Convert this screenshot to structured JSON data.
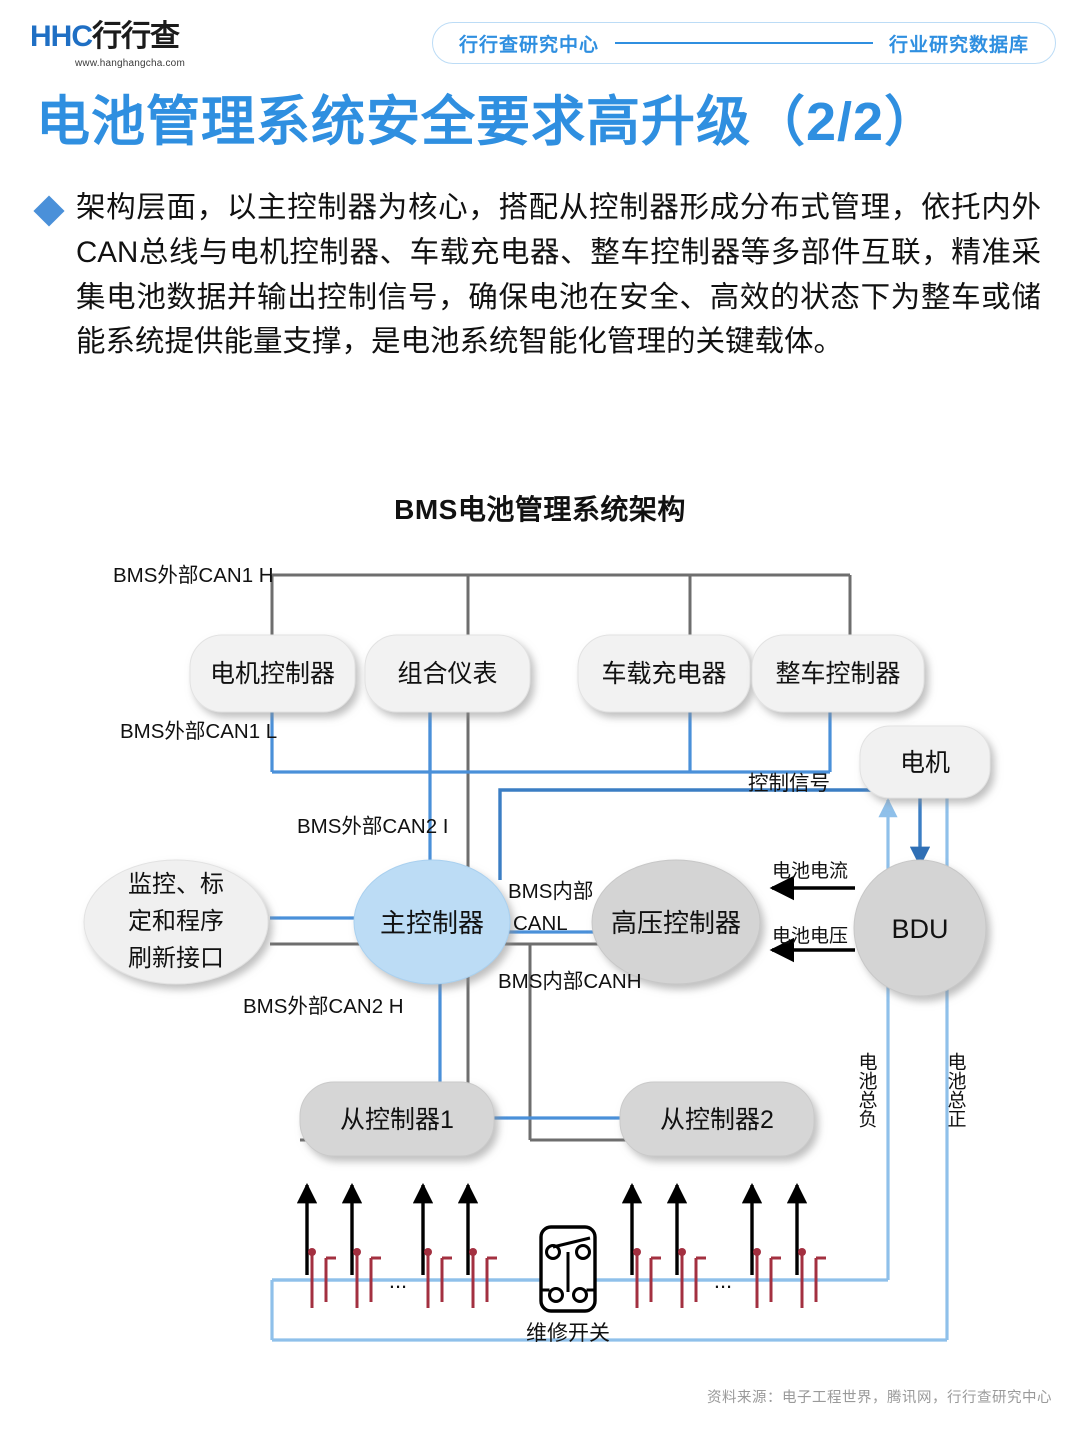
{
  "header": {
    "logo_main_latin": "HHC",
    "logo_main_cn": "行行查",
    "logo_url": "www.hanghangcha.com",
    "pill_left": "行行查研究中心",
    "pill_right": "行业研究数据库"
  },
  "page": {
    "title": "电池管理系统安全要求高升级（2/2）",
    "bullet": "架构层面，以主控制器为核心，搭配从控制器形成分布式管理，依托内外CAN总线与电机控制器、车载充电器、整车控制器等多部件互联，精准采集电池数据并输出控制信号，确保电池在安全、高效的状态下为整车或储能系统提供能量支撑，是电池系统智能化管理的关键载体。",
    "source": "资料来源：电子工程世界，腾讯网，行行查研究中心"
  },
  "diagram": {
    "title": "BMS电池管理系统架构",
    "nodes": {
      "motor_ctrl": "电机控制器",
      "cluster": "组合仪表",
      "obc": "车载充电器",
      "vcu": "整车控制器",
      "motor": "电机",
      "monitor_if_l1": "监控、标",
      "monitor_if_l2": "定和程序",
      "monitor_if_l3": "刷新接口",
      "main_ctrl": "主控制器",
      "hv_ctrl": "高压控制器",
      "bdu": "BDU",
      "slave1": "从控制器1",
      "slave2": "从控制器2",
      "service_switch": "维修开关"
    },
    "labels": {
      "ext_can1_h": "BMS外部CAN1 H",
      "ext_can1_l": "BMS外部CAN1 L",
      "ext_can2_i": "BMS外部CAN2 I",
      "ext_can2_h": "BMS外部CAN2 H",
      "int_canl_l1": "BMS内部",
      "int_canl_l2": "CANL",
      "int_canh": "BMS内部CANH",
      "ctrl_signal": "控制信号",
      "batt_current": "电池电流",
      "batt_voltage": "电池电压",
      "batt_neg": "电池总负",
      "batt_pos": "电池总正",
      "ellipsis": "..."
    },
    "colors": {
      "accent_blue": "#2f8fe0",
      "wire_blue": "#4a90d9",
      "wire_light_blue": "#8fc0ea",
      "wire_gray": "#6e6e6e",
      "node_gray": "#d4d4d4",
      "node_light": "#efefef",
      "node_blue": "#bcdcf5",
      "cell_red": "#a33040",
      "arrow_black": "#000000"
    }
  }
}
